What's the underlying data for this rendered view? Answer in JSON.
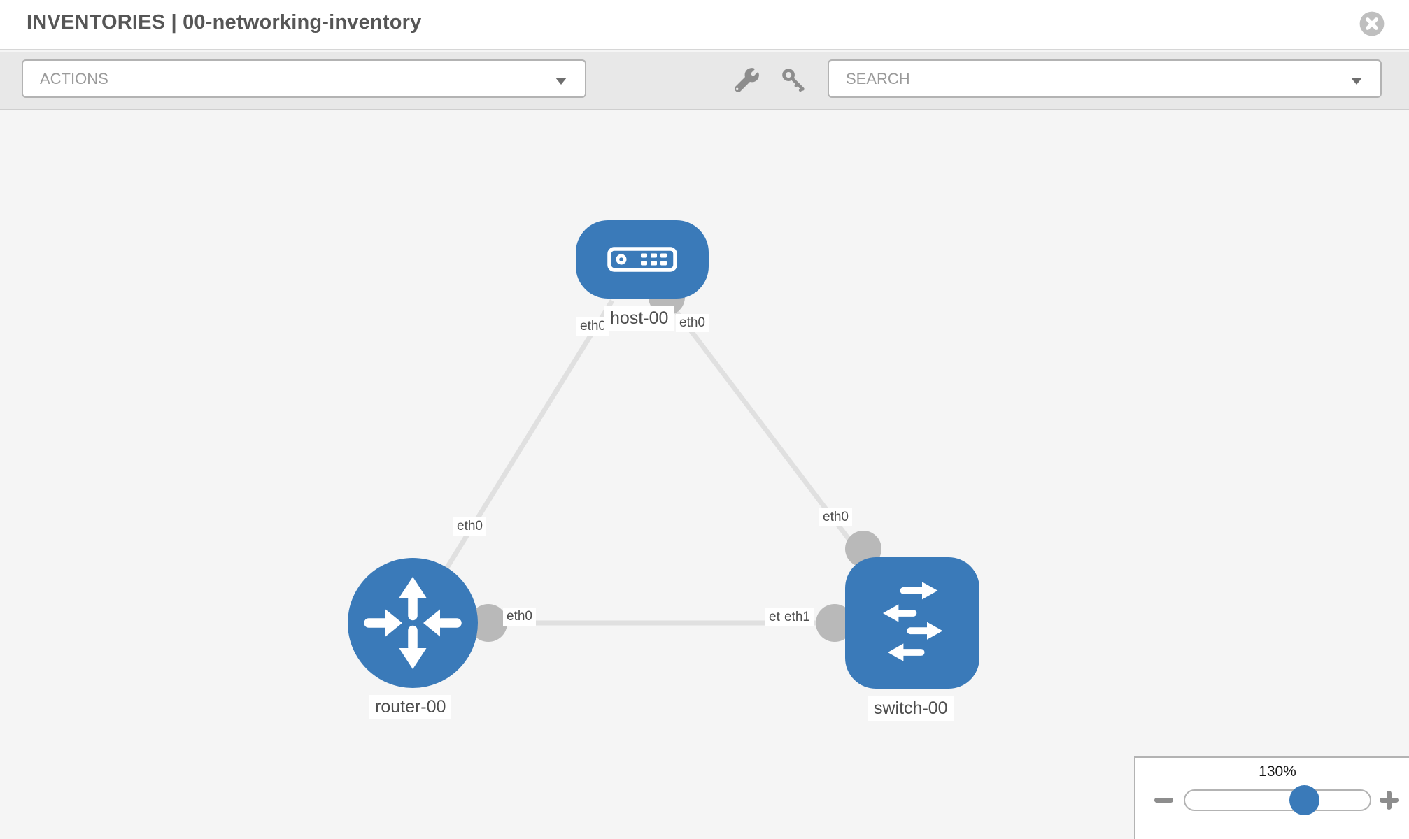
{
  "header": {
    "title": "INVENTORIES | 00-networking-inventory",
    "close_icon": "times-circle-icon"
  },
  "toolbar": {
    "actions_label": "ACTIONS",
    "search_label": "SEARCH",
    "tool_icons": [
      "wrench-icon",
      "key-icon"
    ]
  },
  "topology": {
    "nodes": [
      {
        "id": "host-00",
        "type": "host",
        "label": "host-00",
        "icon": "host-icon"
      },
      {
        "id": "router-00",
        "type": "router",
        "label": "router-00",
        "icon": "router-icon"
      },
      {
        "id": "switch-00",
        "type": "switch",
        "label": "switch-00",
        "icon": "switch-icon"
      }
    ],
    "links": [
      {
        "source": "host-00",
        "source_interface": "eth0",
        "target": "router-00",
        "target_interface": "eth0"
      },
      {
        "source": "host-00",
        "source_interface": "eth0",
        "target": "switch-00",
        "target_interface": "eth0"
      },
      {
        "source": "router-00",
        "source_interface": "eth0",
        "target": "switch-00",
        "target_interface": "eth1"
      }
    ],
    "interface_labels": {
      "host_left": "eth0",
      "host_right": "eth0",
      "near_router_top": "eth0",
      "near_switch_top": "eth0",
      "router_right": "eth0",
      "switch_left_under": "eth0",
      "switch_left_over": "eth1"
    }
  },
  "zoom_control": {
    "value": "130%",
    "minus_icon": "minus-icon",
    "plus_icon": "plus-icon"
  },
  "colors": {
    "node_blue": "#3a7ab9",
    "port_gray": "#b9b9b9",
    "link_gray": "#e0e0e0",
    "toolbar_gray": "#e8e8e8",
    "label_text": "#4d4d4d"
  }
}
